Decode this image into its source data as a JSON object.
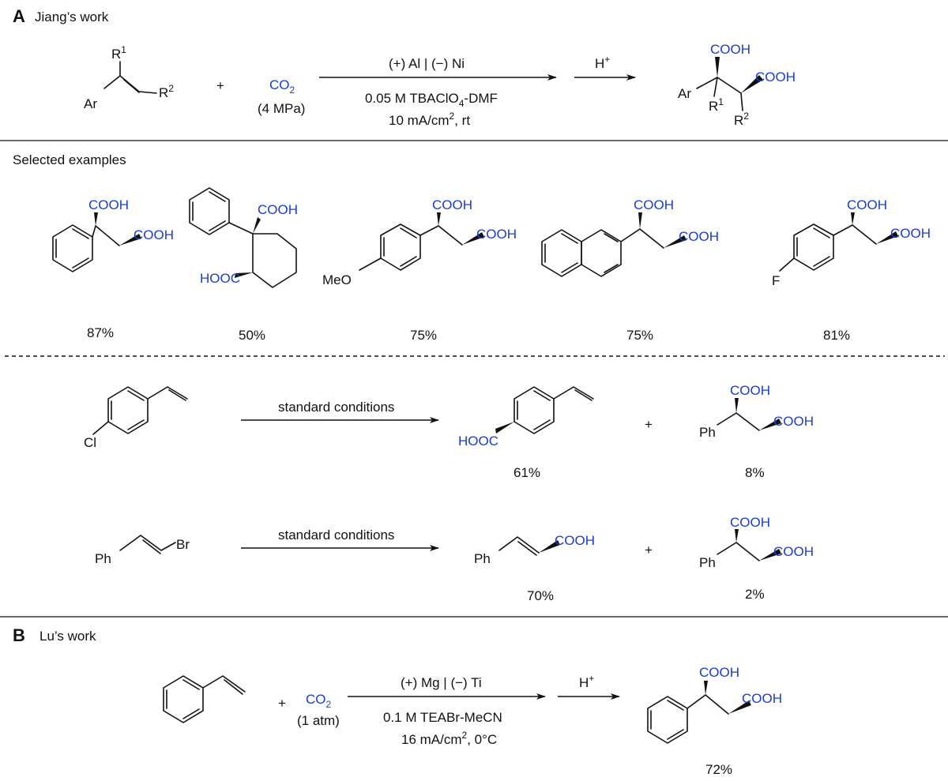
{
  "panel_a": {
    "label": "A",
    "title": "Jiang’s work",
    "reactant": {
      "r1": "R",
      "r1_sup": "1",
      "r2": "R",
      "r2_sup": "2",
      "ar": "Ar"
    },
    "plus": "+",
    "co2": {
      "text": "CO",
      "sub": "2",
      "pressure": "(4 MPa)"
    },
    "conditions": {
      "electrodes": "(+) Al | (−) Ni",
      "electrolyte_a": "0.05 M TBAClO",
      "electrolyte_sub": "4",
      "electrolyte_b": "-DMF",
      "current_a": "10 mA/cm",
      "current_sup": "2",
      "current_b": ", rt"
    },
    "acid": {
      "text": "H",
      "sup": "+"
    },
    "product": {
      "cooh_top": "COOH",
      "cooh_right": "COOH",
      "ar": "Ar",
      "r1": "R",
      "r1_sup": "1",
      "r2": "R",
      "r2_sup": "2"
    }
  },
  "examples": {
    "heading": "Selected examples",
    "items": [
      {
        "groups": [
          "COOH",
          "COOH"
        ],
        "yield": "87%"
      },
      {
        "groups": [
          "COOH",
          "HOOC"
        ],
        "yield": "50%"
      },
      {
        "groups": [
          "COOH",
          "COOH",
          "MeO"
        ],
        "yield": "75%"
      },
      {
        "groups": [
          "COOH",
          "COOH"
        ],
        "yield": "75%"
      },
      {
        "groups": [
          "COOH",
          "COOH",
          "F"
        ],
        "yield": "81%"
      }
    ]
  },
  "side_reactions": [
    {
      "substituent": "Cl",
      "conditions": "standard conditions",
      "product1": {
        "group": "HOOC",
        "yield": "61%"
      },
      "plus": "+",
      "product2": {
        "ph": "Ph",
        "cooh_top": "COOH",
        "cooh_right": "COOH",
        "yield": "8%"
      }
    },
    {
      "ph": "Ph",
      "br": "Br",
      "conditions": "standard conditions",
      "product1": {
        "ph": "Ph",
        "group": "COOH",
        "yield": "70%"
      },
      "plus": "+",
      "product2": {
        "ph": "Ph",
        "cooh_top": "COOH",
        "cooh_right": "COOH",
        "yield": "2%"
      }
    }
  ],
  "panel_b": {
    "label": "B",
    "title": "Lu’s work",
    "plus": "+",
    "co2": {
      "text": "CO",
      "sub": "2",
      "pressure": "(1 atm)"
    },
    "conditions": {
      "electrodes": "(+) Mg | (−) Ti",
      "electrolyte": "0.1 M TEABr-MeCN",
      "current_a": "16 mA/cm",
      "current_sup": "2",
      "current_b": ", 0°C"
    },
    "acid": {
      "text": "H",
      "sup": "+"
    },
    "product": {
      "cooh_top": "COOH",
      "cooh_right": "COOH",
      "yield": "72%"
    }
  },
  "colors": {
    "accent_blue": "#1a3ccf",
    "ink": "#111111"
  }
}
